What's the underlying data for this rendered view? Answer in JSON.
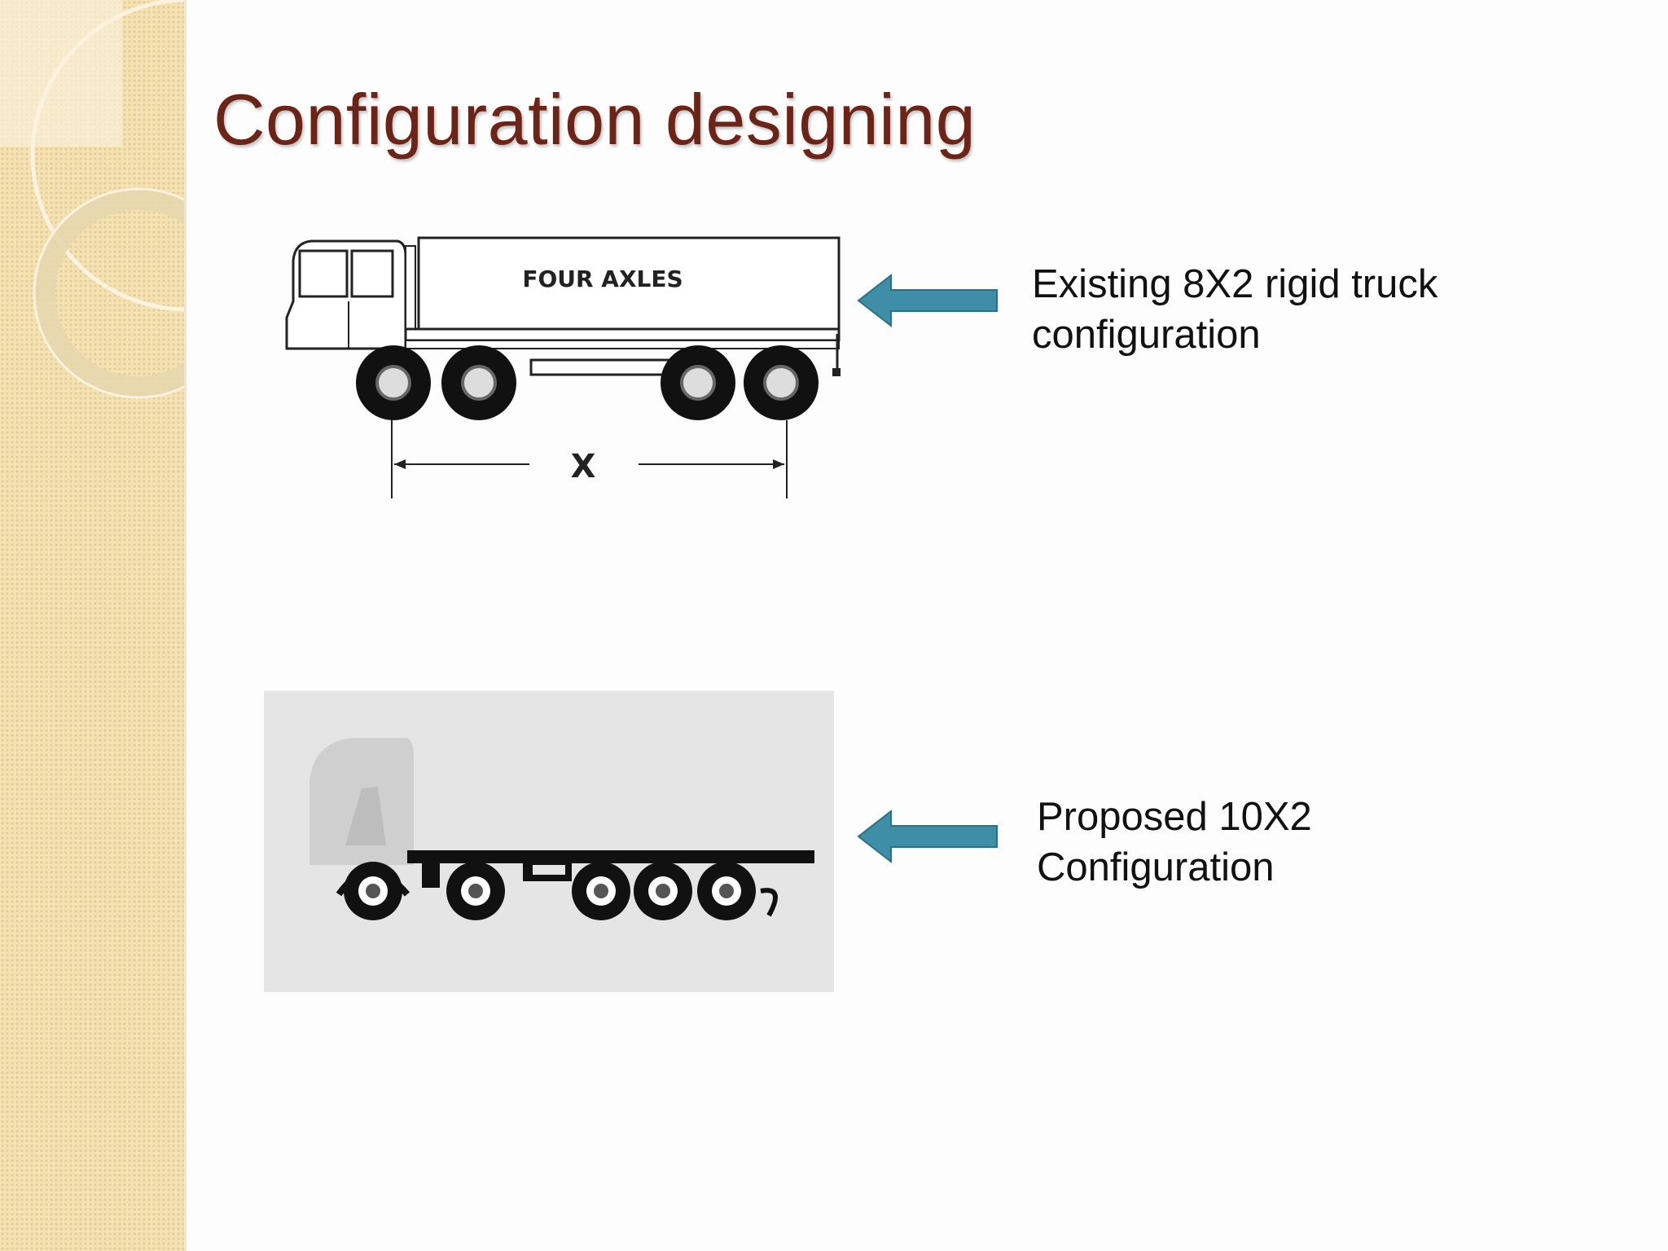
{
  "slide": {
    "title": "Configuration designing"
  },
  "existing": {
    "figure_label": "FOUR AXLES",
    "dimension_label": "X",
    "caption_lines": [
      "Existing 8X2 rigid truck",
      "configuration"
    ]
  },
  "proposed": {
    "caption_lines": [
      "Proposed 10X2",
      "Configuration"
    ]
  },
  "colors": {
    "title": "#6b2418",
    "arrow": "#3d8ea6",
    "sidebar": "#f4e2b4"
  },
  "icons": [
    "left-arrow-icon",
    "left-arrow-icon"
  ]
}
